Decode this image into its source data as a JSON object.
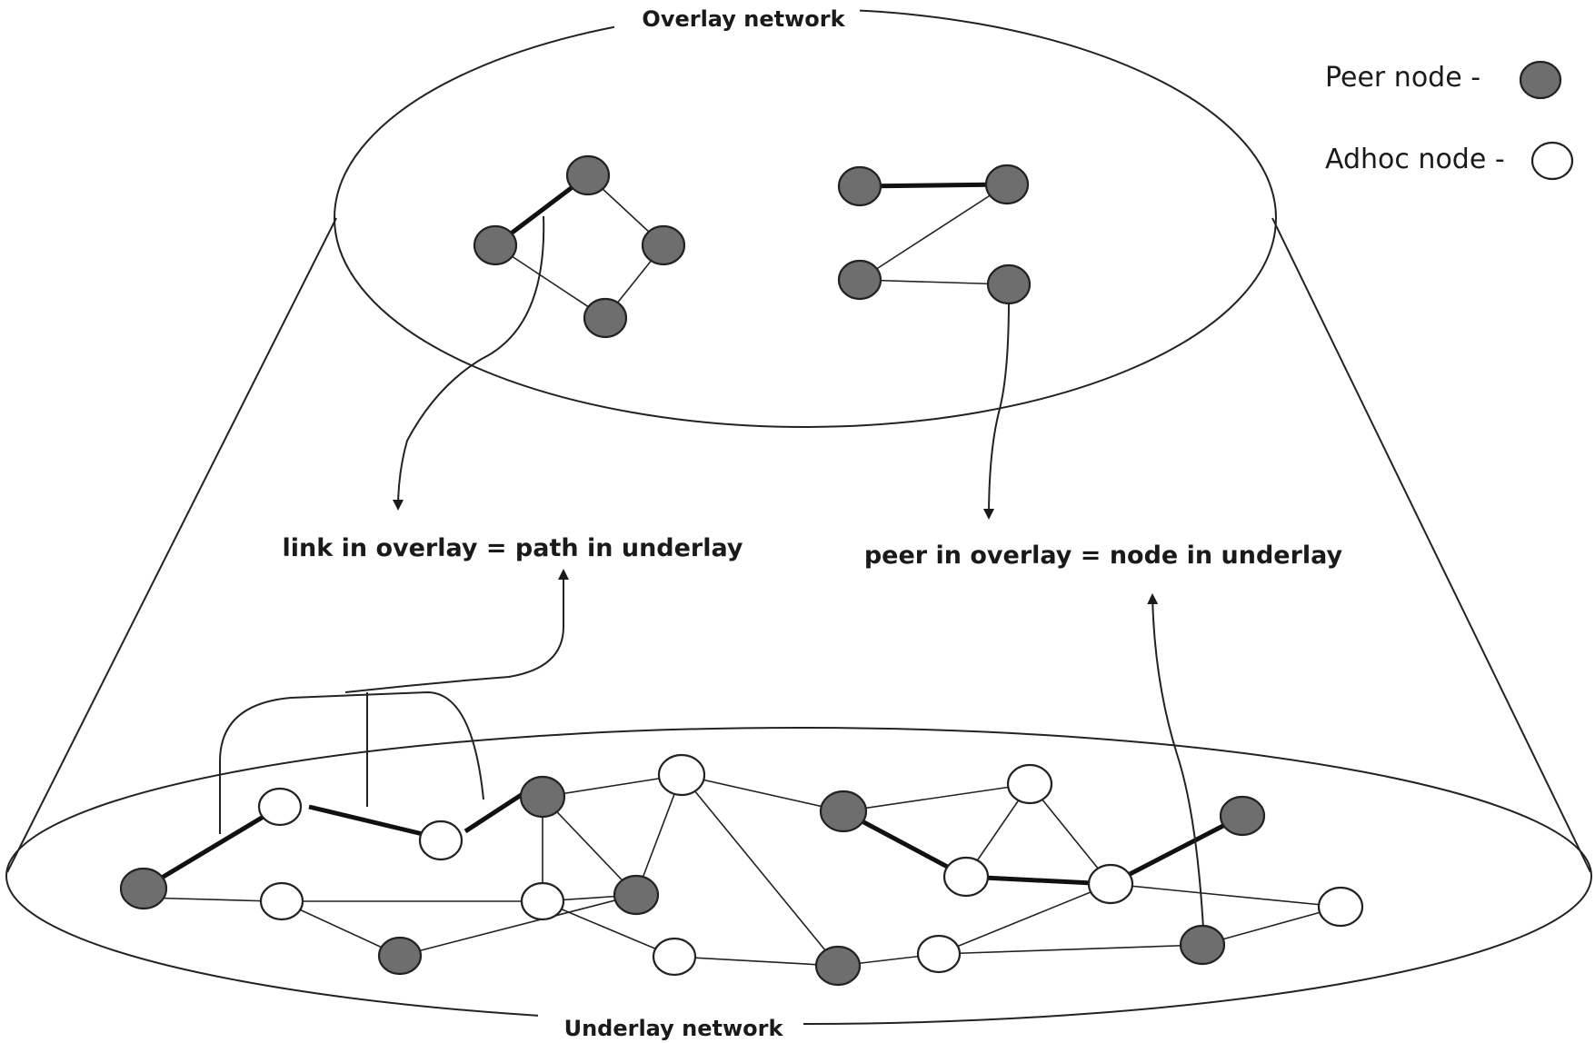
{
  "overlay_label": "Overlay network",
  "underlay_label": "Underlay network",
  "link_equation": "link in overlay = path in underlay",
  "peer_equation": "peer in overlay = node in underlay",
  "legend": {
    "peer": {
      "label": "Peer node -",
      "color": "#6e6e6e"
    },
    "adhoc": {
      "label": "Adhoc node -",
      "color": "#ffffff"
    }
  },
  "colors": {
    "line": "#222222",
    "peer_fill": "#6e6e6e",
    "adhoc_fill": "#ffffff"
  }
}
